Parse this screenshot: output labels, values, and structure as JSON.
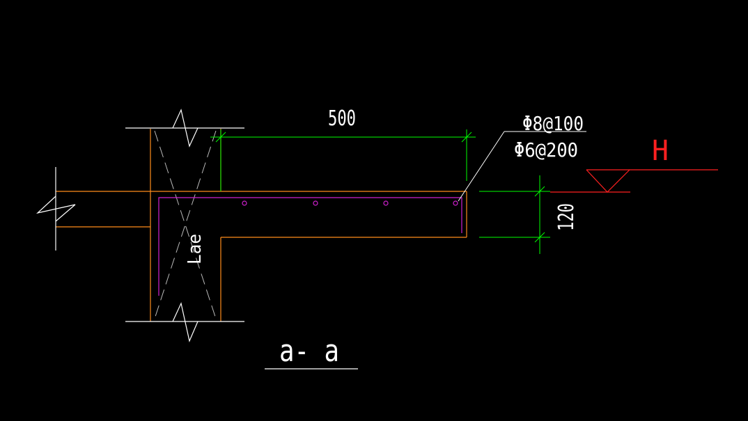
{
  "drawing": {
    "background": "#000000",
    "colors": {
      "structure": "#ff8c1a",
      "white_lines": "#ffffff",
      "dimension": "#00ff00",
      "rebar": "#d020d0",
      "level_marker": "#ff2020"
    },
    "dimensions": {
      "length": "500",
      "thickness": "120"
    },
    "rebar_label_top": "Φ8@100",
    "rebar_label_bottom": "Φ6@200",
    "anchorage_label": "Lae",
    "elevation_label": "H",
    "section_label": "a- a"
  }
}
